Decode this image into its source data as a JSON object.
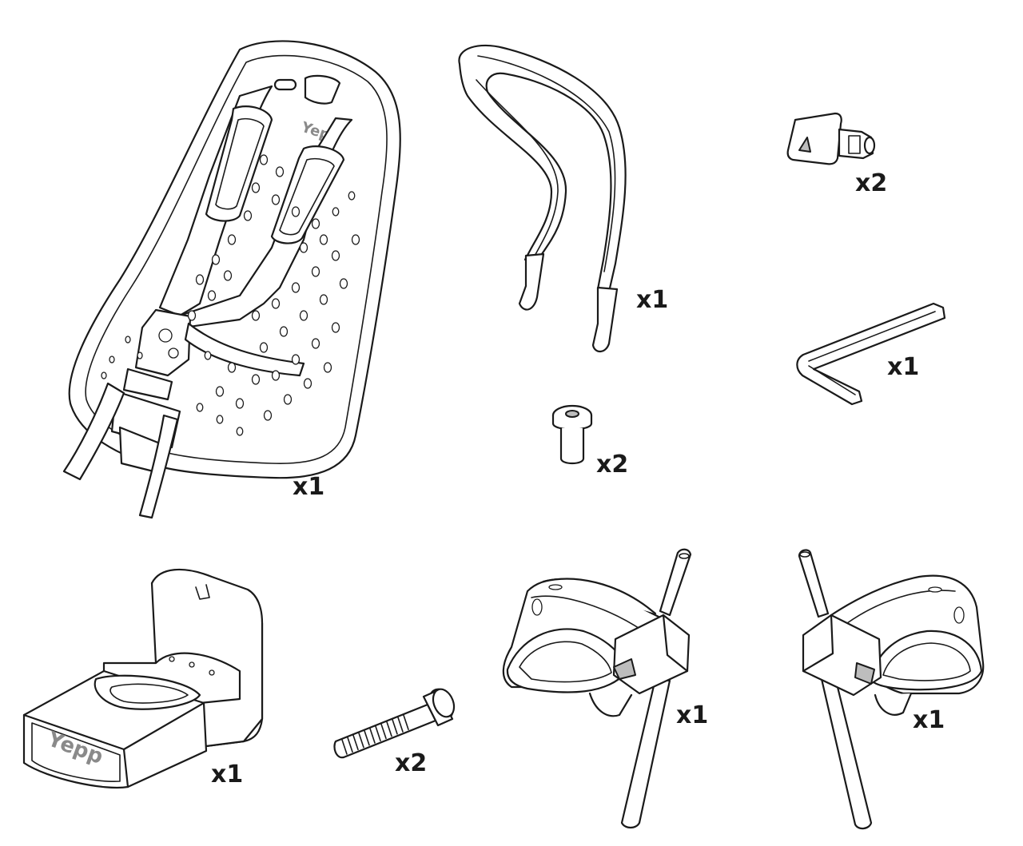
{
  "parts": [
    {
      "id": "child-seat",
      "icon": "child-seat-icon",
      "quantity": "x1",
      "brand": "Yepp"
    },
    {
      "id": "handlebar",
      "icon": "handlebar-icon",
      "quantity": "x1"
    },
    {
      "id": "key",
      "icon": "key-icon",
      "quantity": "x2"
    },
    {
      "id": "allen-key",
      "icon": "allen-key-icon",
      "quantity": "x1"
    },
    {
      "id": "short-bolt",
      "icon": "short-bolt-icon",
      "quantity": "x2"
    },
    {
      "id": "mount-bracket",
      "icon": "mount-bracket-icon",
      "quantity": "x1",
      "brand": "Yepp"
    },
    {
      "id": "long-bolt",
      "icon": "long-bolt-icon",
      "quantity": "x2"
    },
    {
      "id": "footrest-left",
      "icon": "footrest-left-icon",
      "quantity": "x1"
    },
    {
      "id": "footrest-right",
      "icon": "footrest-right-icon",
      "quantity": "x1"
    }
  ]
}
